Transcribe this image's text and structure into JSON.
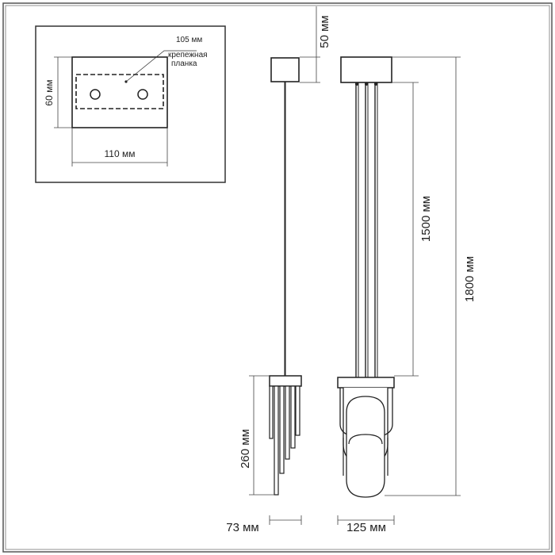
{
  "mount_plate": {
    "width_label": "110 мм",
    "height_label": "60 мм",
    "strip_length_label": "105 мм",
    "strip_label_line1": "крепежная",
    "strip_label_line2": "планка"
  },
  "dimensions": {
    "canopy_height": "50 мм",
    "rod_length": "1500 мм",
    "total_height": "1800 мм",
    "shade_height": "260 мм",
    "side_width": "73 мм",
    "front_width": "125 мм"
  }
}
